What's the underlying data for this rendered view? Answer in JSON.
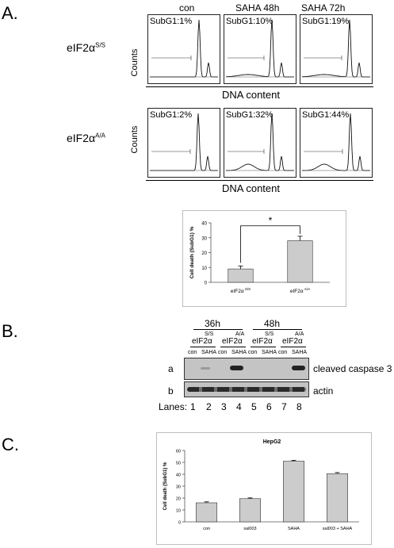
{
  "panelA": {
    "label": "A.",
    "col_headers": [
      "con",
      "SAHA 48h",
      "SAHA 72h"
    ],
    "row_SS": {
      "label": "eIF2α",
      "sup": "S/S",
      "subg": [
        "SubG1:1%",
        "SubG1:10%",
        "SubG1:19%"
      ]
    },
    "row_AA": {
      "label": "eIF2α",
      "sup": "A/A",
      "subg": [
        "SubG1:2%",
        "SubG1:32%",
        "SubG1:44%"
      ]
    },
    "y_label": "Counts",
    "x_label": "DNA content"
  },
  "panelA_chart": {
    "chart_data": {
      "type": "bar",
      "categories": [
        "eIF2α S/S",
        "eIF2α A/A"
      ],
      "values": [
        9,
        28
      ],
      "errors": [
        2,
        3
      ],
      "ylim": [
        0,
        40
      ],
      "yticks": [
        0,
        10,
        20,
        30,
        40
      ],
      "ylabel": "Cell death (SubG1) %",
      "significance": "*",
      "bar_color": "#cccccc"
    },
    "tick_labels": [
      "0",
      "10",
      "20",
      "30",
      "40"
    ],
    "cat_main": [
      "eIF2α",
      "eIF2α"
    ],
    "cat_sup": [
      "S/S",
      "A/A"
    ]
  },
  "panelB": {
    "label": "B.",
    "time_labels": [
      "36h",
      "48h"
    ],
    "genotype_sups": [
      "S/S",
      "A/A",
      "S/S",
      "A/A"
    ],
    "genotype_labels": [
      "eIF2α",
      "eIF2α",
      "eIF2α",
      "eIF2α"
    ],
    "treatments": [
      "con",
      "SAHA",
      "con",
      "SAHA",
      "con",
      "SAHA",
      "con",
      "SAHA"
    ],
    "row_a": {
      "letter": "a",
      "name": "cleaved caspase 3"
    },
    "row_b": {
      "letter": "b",
      "name": "actin"
    },
    "lanes_label": "Lanes:",
    "lanes": [
      "1",
      "2",
      "3",
      "4",
      "5",
      "6",
      "7",
      "8"
    ]
  },
  "panelC": {
    "label": "C.",
    "chart_data": {
      "type": "bar",
      "title": "HepG2",
      "categories": [
        "con",
        "sal003",
        "SAHA",
        "sal003 + SAHA"
      ],
      "values": [
        16,
        19.5,
        51,
        40.5
      ],
      "errors": [
        0.8,
        0.6,
        0.7,
        0.9
      ],
      "ylim": [
        0,
        60
      ],
      "yticks": [
        0,
        10,
        20,
        30,
        40,
        50,
        60
      ],
      "ylabel": "Cell death (SubG1) %",
      "bar_color": "#cccccc"
    },
    "tick_labels": [
      "0",
      "10",
      "20",
      "30",
      "40",
      "50",
      "60"
    ]
  }
}
